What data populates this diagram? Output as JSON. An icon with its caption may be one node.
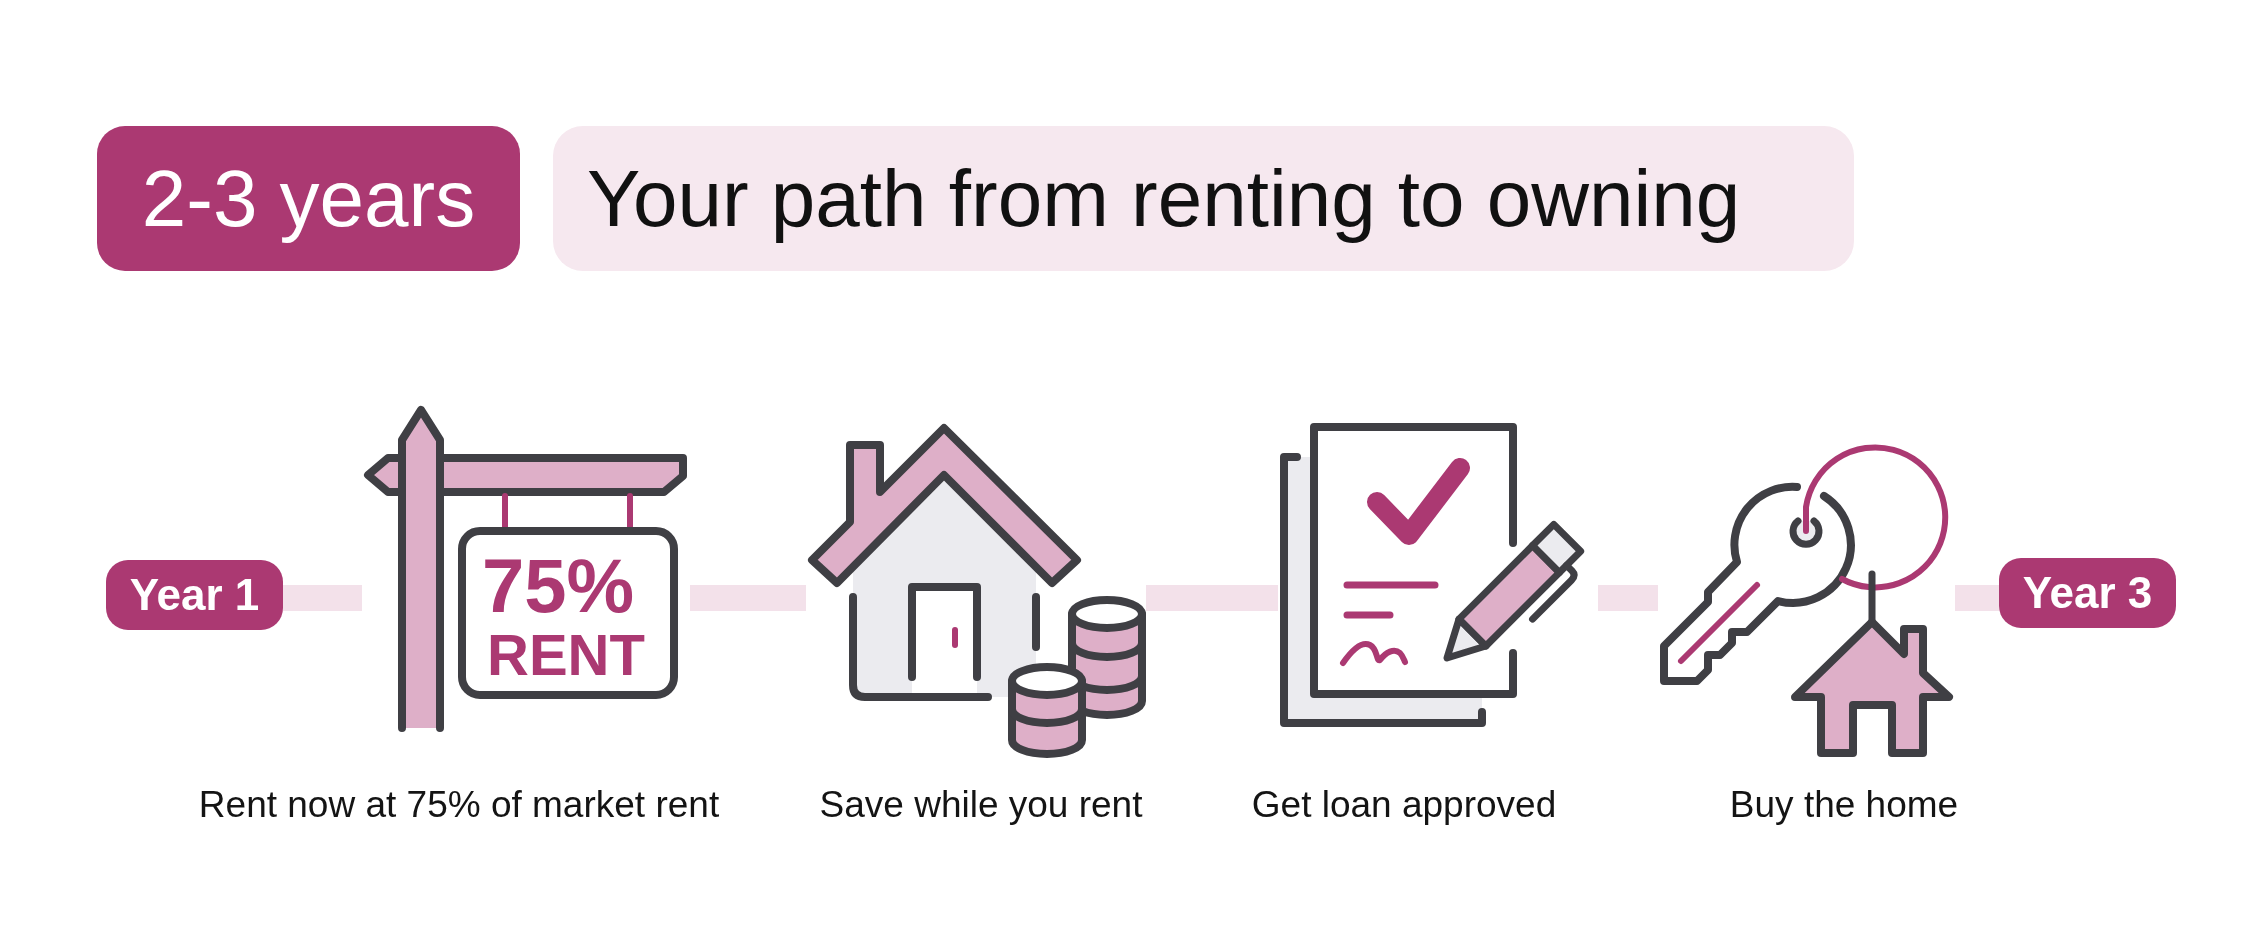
{
  "diagram": {
    "title": "Your path from renting to owning",
    "nodes": [
      {
        "text": [
          "2-3 years"
        ]
      },
      {
        "text": [
          "Year 1"
        ]
      },
      {
        "text": [
          "75%",
          "RENT"
        ],
        "beside": [
          "Rent now at 75% of market rent"
        ]
      },
      {
        "text": [],
        "shape": "picture",
        "beside": [
          "Save while you rent"
        ]
      },
      {
        "text": [],
        "shape": "picture",
        "beside": [
          "Get loan approved"
        ]
      },
      {
        "text": [],
        "shape": "picture",
        "beside": [
          "Buy the home"
        ]
      },
      {
        "text": [
          "Year 3"
        ]
      }
    ],
    "edges": [
      {
        "from": 1,
        "to": 2,
        "arrow": "none"
      },
      {
        "from": 2,
        "to": 3,
        "arrow": "none"
      },
      {
        "from": 3,
        "to": 4,
        "arrow": "none"
      },
      {
        "from": 4,
        "to": 5,
        "arrow": "none"
      },
      {
        "from": 5,
        "to": 6,
        "arrow": "none"
      }
    ]
  }
}
